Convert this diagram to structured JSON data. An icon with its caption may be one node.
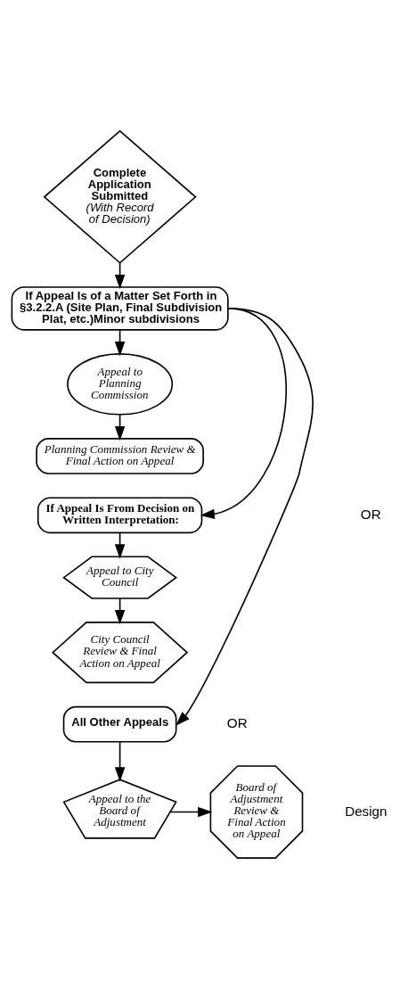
{
  "diagram": {
    "nodes": [
      {
        "text": [
          "Complete Application Submitted",
          "(With Record of Decision)"
        ]
      },
      {
        "text": [
          "If Appeal Is of a Matter Set Forth in §3.2.2.A (Site Plan, Final Subdivision Plat, etc.)Minor subdivisions"
        ]
      },
      {
        "text": [
          "Appeal to Planning Commission"
        ]
      },
      {
        "text": [
          "Planning Commission Review & Final Action on Appeal"
        ]
      },
      {
        "text": [
          "If Appeal Is From Decision on Written Interpretation:"
        ]
      },
      {
        "text": [
          "Appeal to City Council"
        ]
      },
      {
        "text": [
          "City Council Review & Final Action on Appeal"
        ]
      },
      {
        "text": [
          "All Other Appeals"
        ]
      },
      {
        "text": [
          "Appeal to the Board of Adjustment"
        ]
      },
      {
        "text": [
          "Board of Adjustment Review & Final Action on Appeal"
        ]
      }
    ],
    "edges": [
      {
        "from": 0,
        "to": 1,
        "arrow": "to"
      },
      {
        "from": 1,
        "to": 2,
        "arrow": "to"
      },
      {
        "from": 2,
        "to": 3,
        "arrow": "to"
      },
      {
        "from": 1,
        "to": 4,
        "arrow": "to"
      },
      {
        "from": 4,
        "to": 5,
        "arrow": "to"
      },
      {
        "from": 5,
        "to": 6,
        "arrow": "to"
      },
      {
        "from": 1,
        "to": 7,
        "arrow": "to"
      },
      {
        "from": 7,
        "to": 8,
        "arrow": "to"
      },
      {
        "from": 8,
        "to": 9,
        "arrow": "to"
      }
    ],
    "labels": [
      "OR",
      "OR",
      "Design"
    ]
  }
}
